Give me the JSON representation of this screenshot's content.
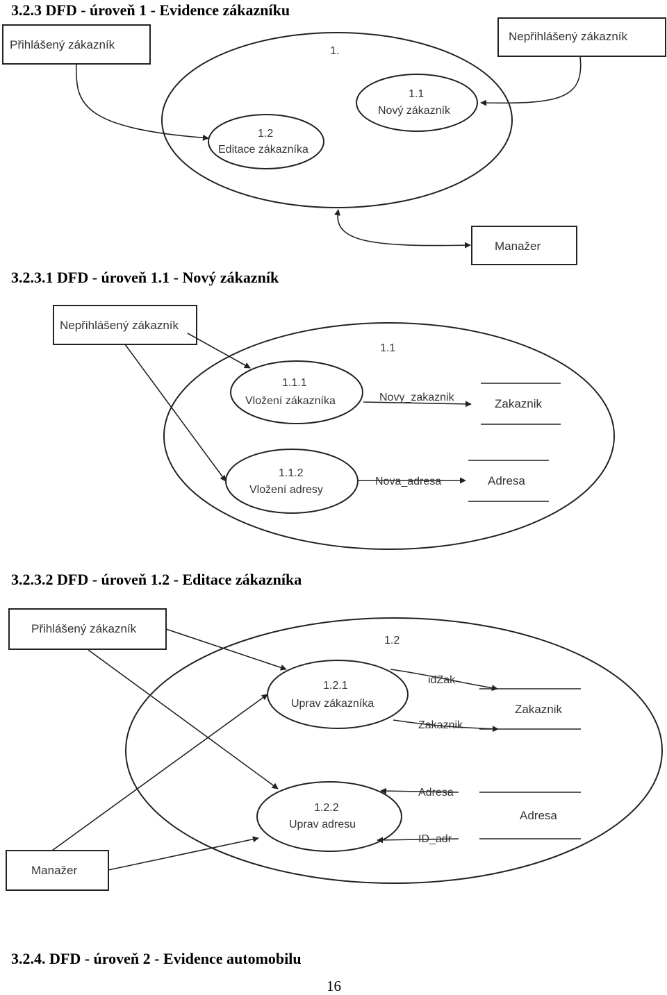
{
  "headings": {
    "h1": "3.2.3 DFD - úroveň 1 - Evidence zákazníku",
    "h2": "3.2.3.1 DFD - úroveň 1.1 - Nový zákazník",
    "h3": "3.2.3.2 DFD - úroveň 1.2 - Editace zákazníka",
    "h4": "3.2.4. DFD - úroveň 2 - Evidence automobilu"
  },
  "page_number": "16",
  "diagram1": {
    "ellipse_label": "1.",
    "entity_logged_in": "Přihlášený zákazník",
    "entity_not_logged_in": "Nepřihlášený zákazník",
    "entity_manager": "Manažer",
    "proc_new_id": "1.1",
    "proc_new_name": "Nový zákazník",
    "proc_edit_id": "1.2",
    "proc_edit_name": "Editace zákazníka"
  },
  "diagram2": {
    "ellipse_label": "1.1",
    "entity_not_logged_in": "Nepřihlášený zákazník",
    "proc1_id": "1.1.1",
    "proc1_name": "Vložení zákazníka",
    "proc2_id": "1.1.2",
    "proc2_name": "Vložení adresy",
    "flow_customer": "Novy_zakaznik",
    "flow_address": "Nova_adresa",
    "store_customer": "Zakaznik",
    "store_address": "Adresa"
  },
  "diagram3": {
    "ellipse_label": "1.2",
    "entity_logged_in": "Přihlášený zákazník",
    "entity_manager": "Manažer",
    "proc1_id": "1.2.1",
    "proc1_name": "Uprav zákazníka",
    "proc2_id": "1.2.2",
    "proc2_name": "Uprav adresu",
    "flow_idzak": "idZak",
    "flow_zakaznik": "Zakaznik",
    "flow_adresa": "Adresa",
    "flow_id_adr": "ID_adr",
    "store_customer": "Zakaznik",
    "store_address": "Adresa"
  }
}
